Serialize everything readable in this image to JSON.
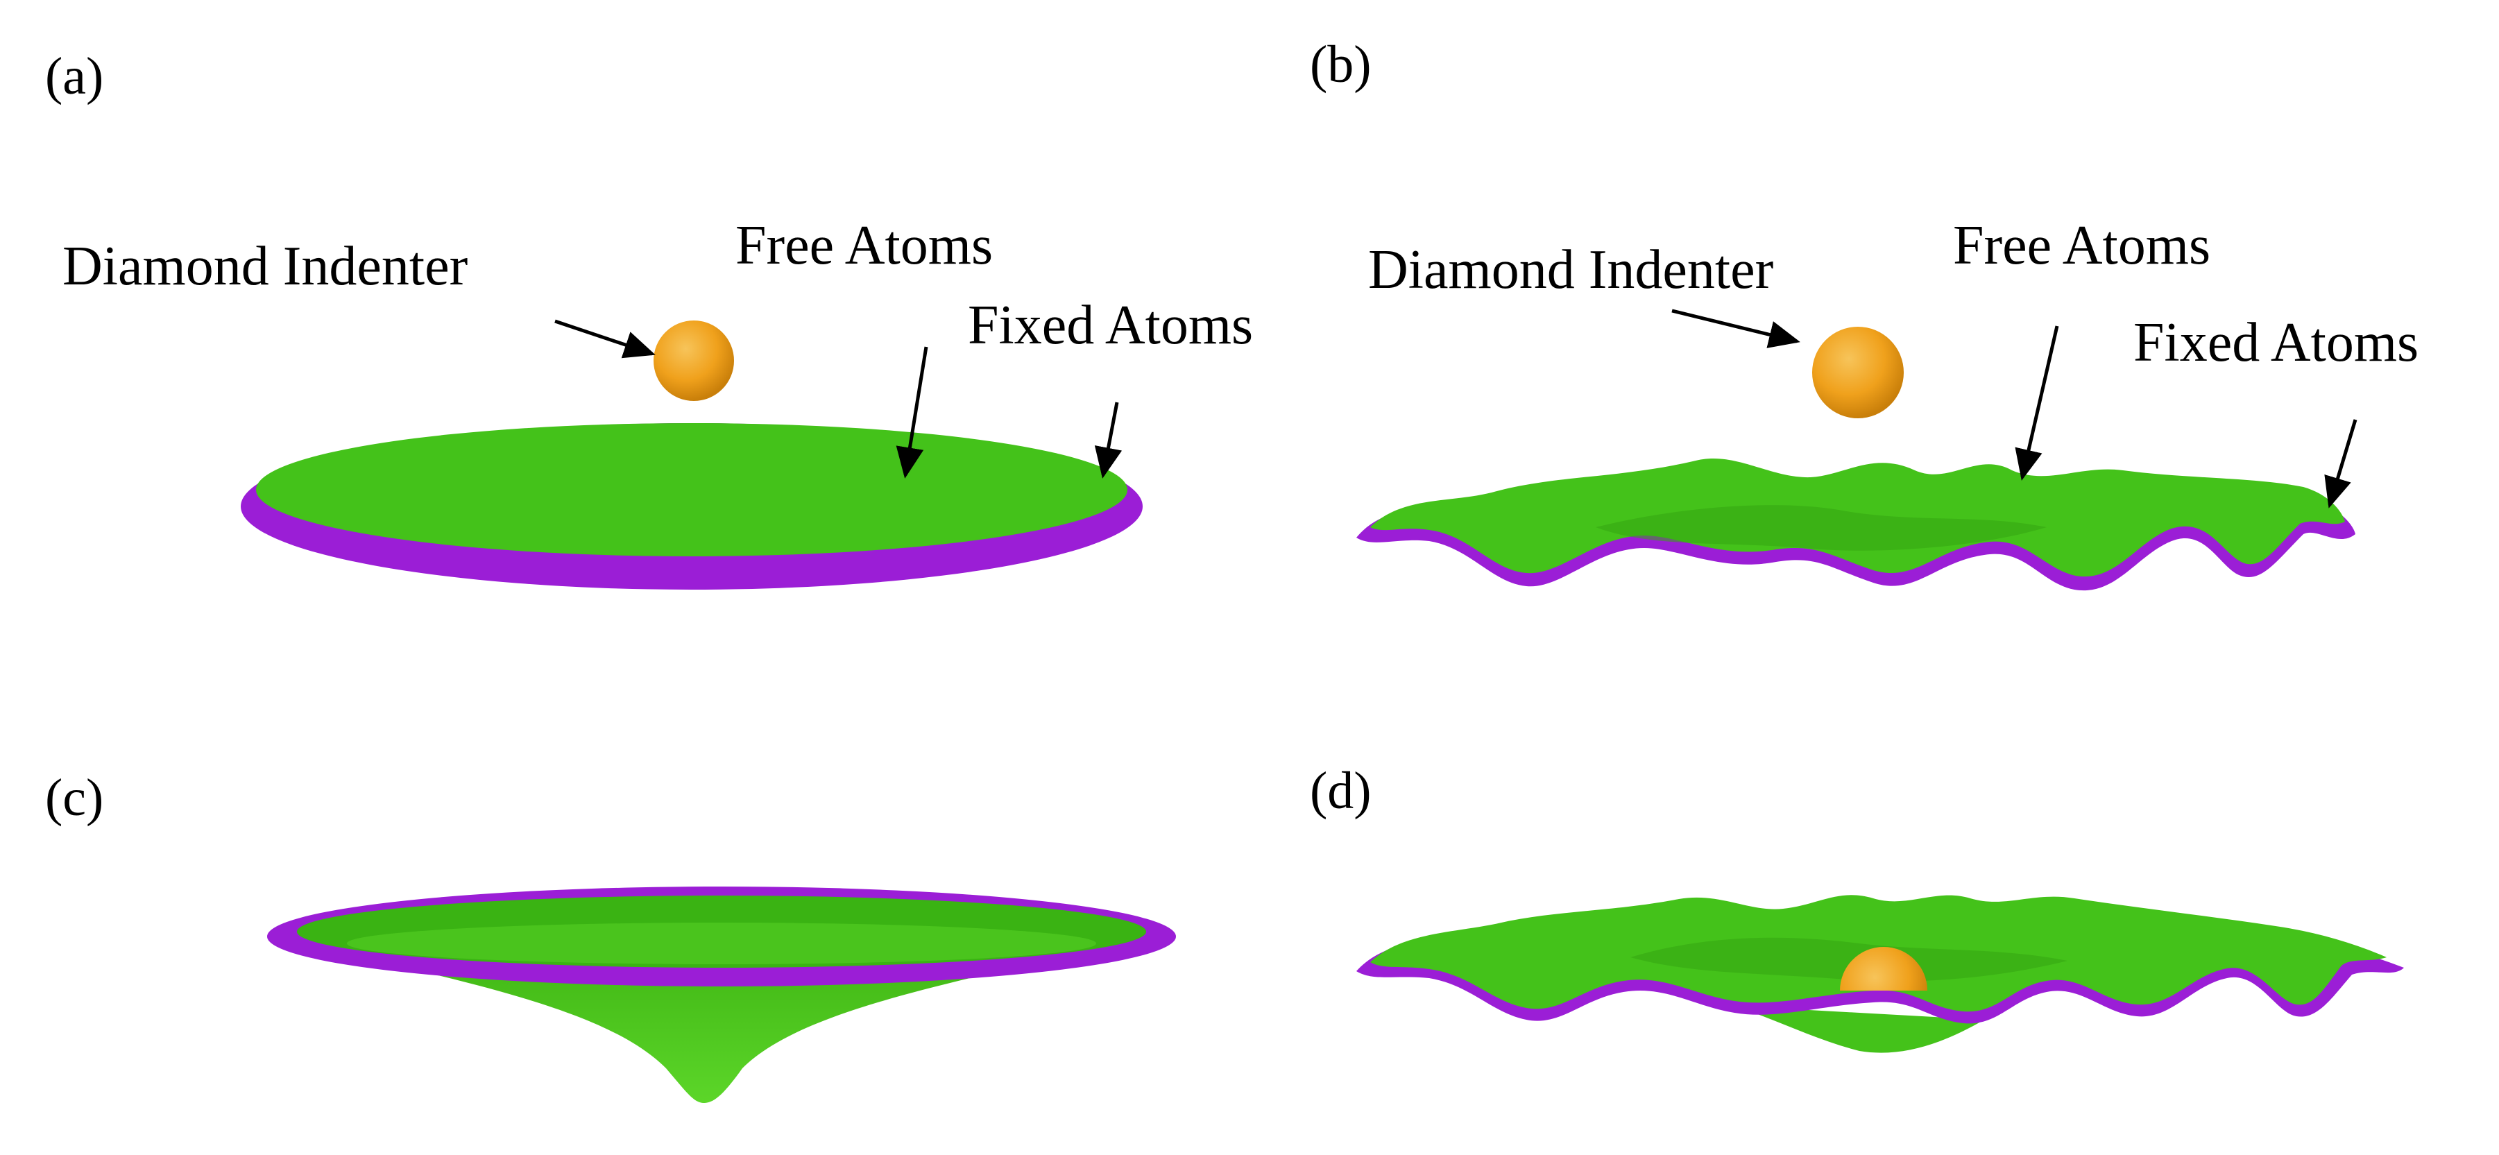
{
  "panels": {
    "a": {
      "label": "(a)",
      "indenter": "Diamond Indenter",
      "free": "Free Atoms",
      "fixed": "Fixed Atoms"
    },
    "b": {
      "label": "(b)",
      "indenter": "Diamond Indenter",
      "free": "Free Atoms",
      "fixed": "Fixed Atoms"
    },
    "c": {
      "label": "(c)"
    },
    "d": {
      "label": "(d)"
    }
  },
  "colors": {
    "free_atoms": "#44c21a",
    "free_atoms_shade": "#2f9a0e",
    "fixed_atoms": "#9b1ed6",
    "indenter": "#f0a11c",
    "indenter_dark": "#c97f0a",
    "arrow": "#000000"
  }
}
